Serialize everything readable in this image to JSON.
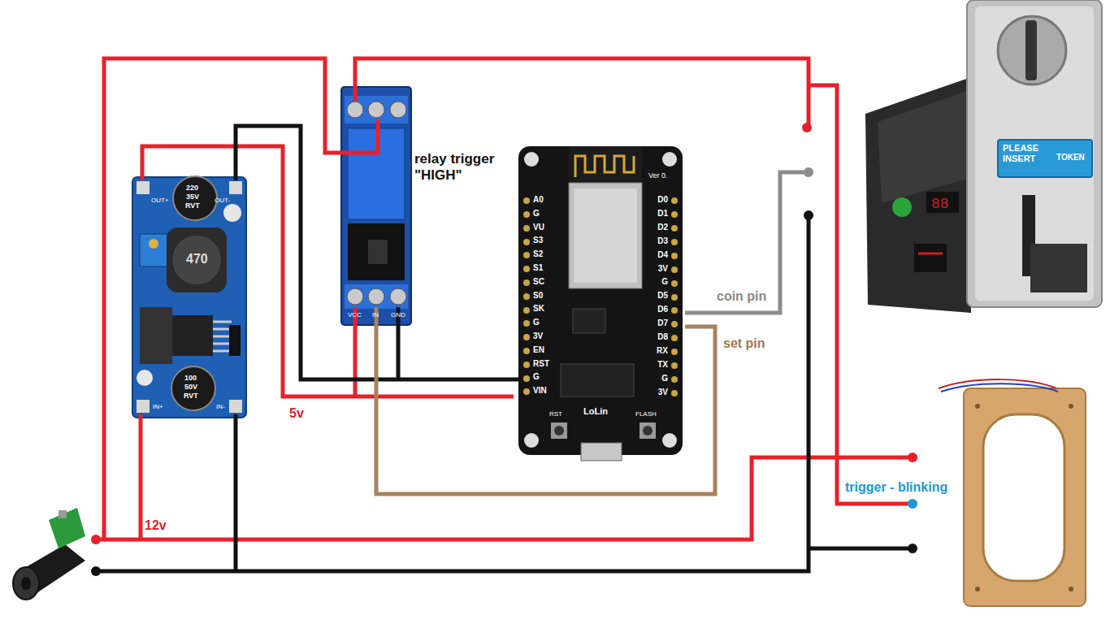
{
  "diagram": {
    "labels": [
      "relay trigger \"HIGH\"",
      "coin pin",
      "set pin",
      "5v",
      "12v",
      "trigger - blinking",
      "Ver 0.",
      "A0",
      "G",
      "VU",
      "S3",
      "S2",
      "S1",
      "SC",
      "S0",
      "SK",
      "G",
      "3V",
      "EN",
      "RST",
      "G",
      "VIN",
      "D0",
      "D1",
      "D2",
      "D3",
      "D4",
      "3V",
      "G",
      "D5",
      "D6",
      "D7",
      "D8",
      "RX",
      "TX",
      "G",
      "3V",
      "LoLin",
      "RST",
      "FLASH",
      "220",
      "35V",
      "RVT",
      "470",
      "100",
      "50V",
      "RVT",
      "OUT+",
      "OUT-",
      "IN+",
      "IN-",
      "VCC",
      "IN",
      "GND",
      "PLEASE INSERT",
      "TOKEN"
    ]
  }
}
